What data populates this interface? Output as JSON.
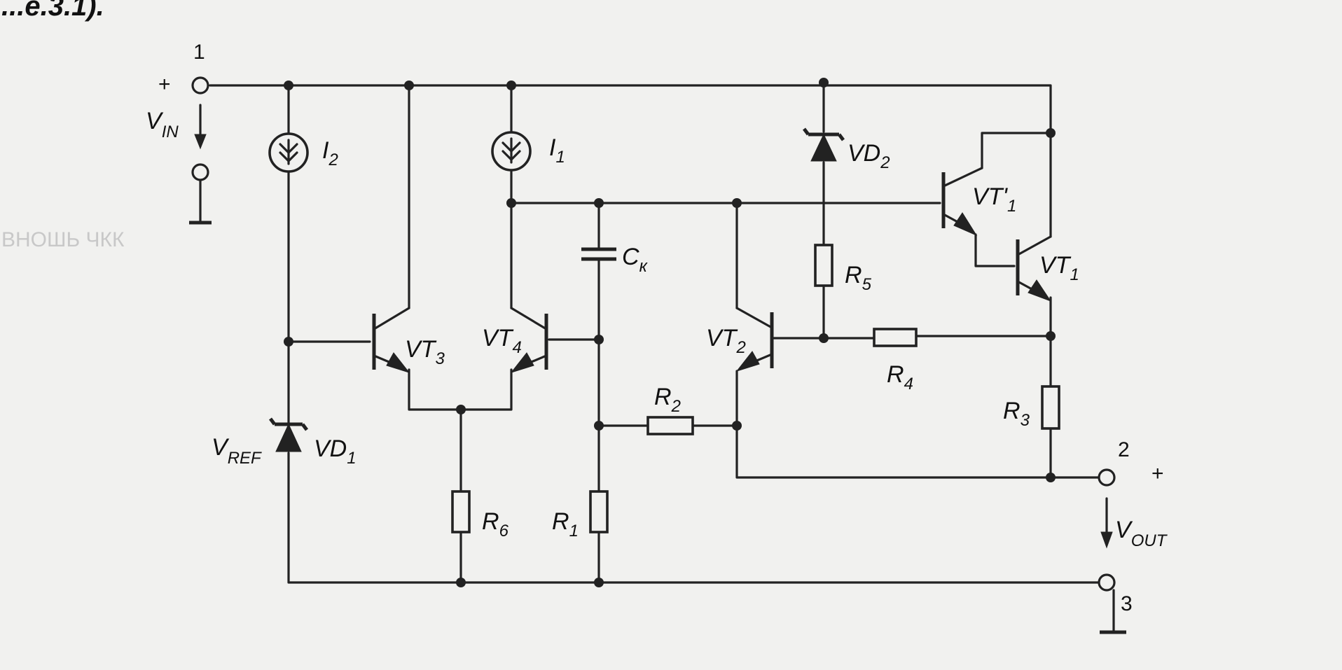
{
  "header_fragment": "...e.3.1).",
  "ghost_text": "ВНОШЬ ЧКК",
  "terminals": {
    "t1": "1",
    "t2": "2",
    "t3": "3",
    "plus_in": "+",
    "plus_out": "+"
  },
  "labels": {
    "vin": {
      "main": "V",
      "sub": "IN"
    },
    "vout": {
      "main": "V",
      "sub": "OUT"
    },
    "vref": {
      "main": "V",
      "sub": "REF"
    },
    "i1": {
      "main": "I",
      "sub": "1"
    },
    "i2": {
      "main": "I",
      "sub": "2"
    },
    "ck": {
      "main": "C",
      "sub": "к"
    },
    "vd1": {
      "main": "VD",
      "sub": "1"
    },
    "vd2": {
      "main": "VD",
      "sub": "2"
    },
    "vt1": {
      "main": "VT",
      "sub": "1"
    },
    "vt1p": {
      "main": "VT'",
      "sub": "1"
    },
    "vt2": {
      "main": "VT",
      "sub": "2"
    },
    "vt3": {
      "main": "VT",
      "sub": "3"
    },
    "vt4": {
      "main": "VT",
      "sub": "4"
    },
    "r1": {
      "main": "R",
      "sub": "1"
    },
    "r2": {
      "main": "R",
      "sub": "2"
    },
    "r3": {
      "main": "R",
      "sub": "3"
    },
    "r4": {
      "main": "R",
      "sub": "4"
    },
    "r5": {
      "main": "R",
      "sub": "5"
    },
    "r6": {
      "main": "R",
      "sub": "6"
    }
  }
}
